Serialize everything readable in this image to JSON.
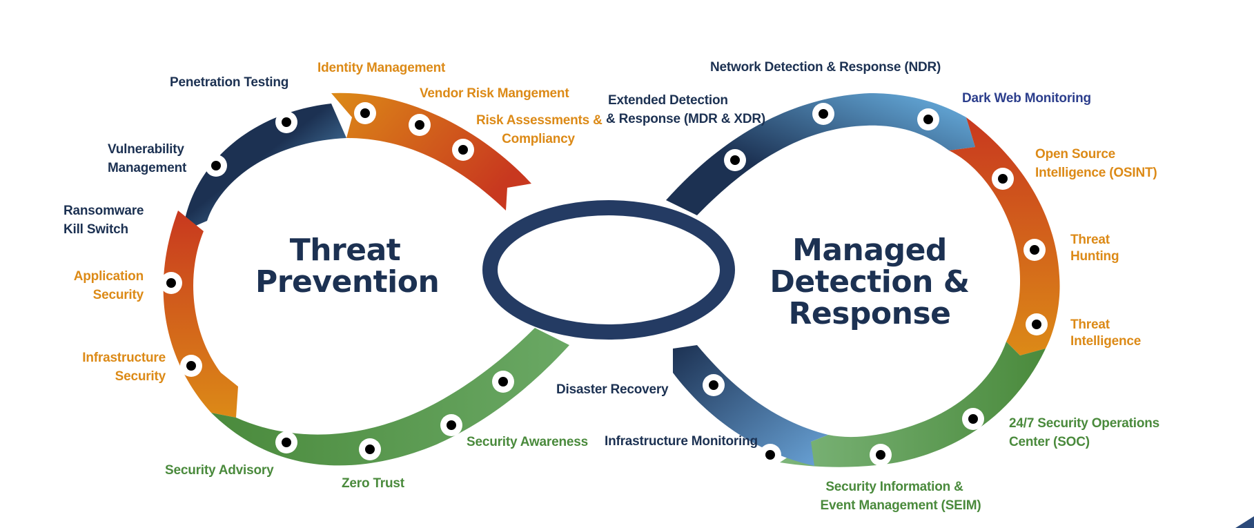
{
  "colors": {
    "navy": "#1c3152",
    "light_blue": "#6cb6e8",
    "red": "#c8381f",
    "orange": "#dc8a17",
    "green": "#4a8a3c",
    "light_green": "#7db57a",
    "label_blue": "#2c3e8c"
  },
  "icons": {
    "node": "bullet-node-icon",
    "center_ring": "center-ring-icon"
  },
  "center_titles": {
    "threat_prevention": [
      "Threat",
      "Prevention"
    ],
    "managed_detection": [
      "Managed",
      "Detection &",
      "Response"
    ]
  },
  "left_loop": {
    "penetration_testing": [
      "Penetration Testing"
    ],
    "identity_management": [
      "Identity Management"
    ],
    "vendor_risk": [
      "Vendor Risk Mangement"
    ],
    "risk_assessments": [
      "Risk Assessments &",
      "Compliancy"
    ],
    "vulnerability_management": [
      "Vulnerability",
      "Management"
    ],
    "ransomware_kill_switch": [
      "Ransomware",
      "Kill Switch"
    ],
    "application_security": [
      "Application",
      "Security"
    ],
    "infrastructure_security": [
      "Infrastructure",
      "Security"
    ],
    "security_advisory": [
      "Security Advisory"
    ],
    "zero_trust": [
      "Zero Trust"
    ],
    "security_awareness": [
      "Security Awareness"
    ]
  },
  "right_loop": {
    "ndr": [
      "Network Detection & Response (NDR)"
    ],
    "xdr": [
      "Extended Detection",
      "& Response (MDR & XDR)"
    ],
    "dark_web": [
      "Dark Web Monitoring"
    ],
    "osint": [
      "Open Source",
      "Intelligence (OSINT)"
    ],
    "threat_hunting": [
      "Threat",
      "Hunting"
    ],
    "threat_intelligence": [
      "Threat",
      "Intelligence"
    ],
    "soc": [
      "24/7 Security Operations",
      "Center (SOC)"
    ],
    "seim": [
      "Security Information &",
      "Event Management (SEIM)"
    ],
    "infrastructure_monitoring": [
      "Infrastructure Monitoring"
    ],
    "disaster_recovery": [
      "Disaster Recovery"
    ]
  }
}
